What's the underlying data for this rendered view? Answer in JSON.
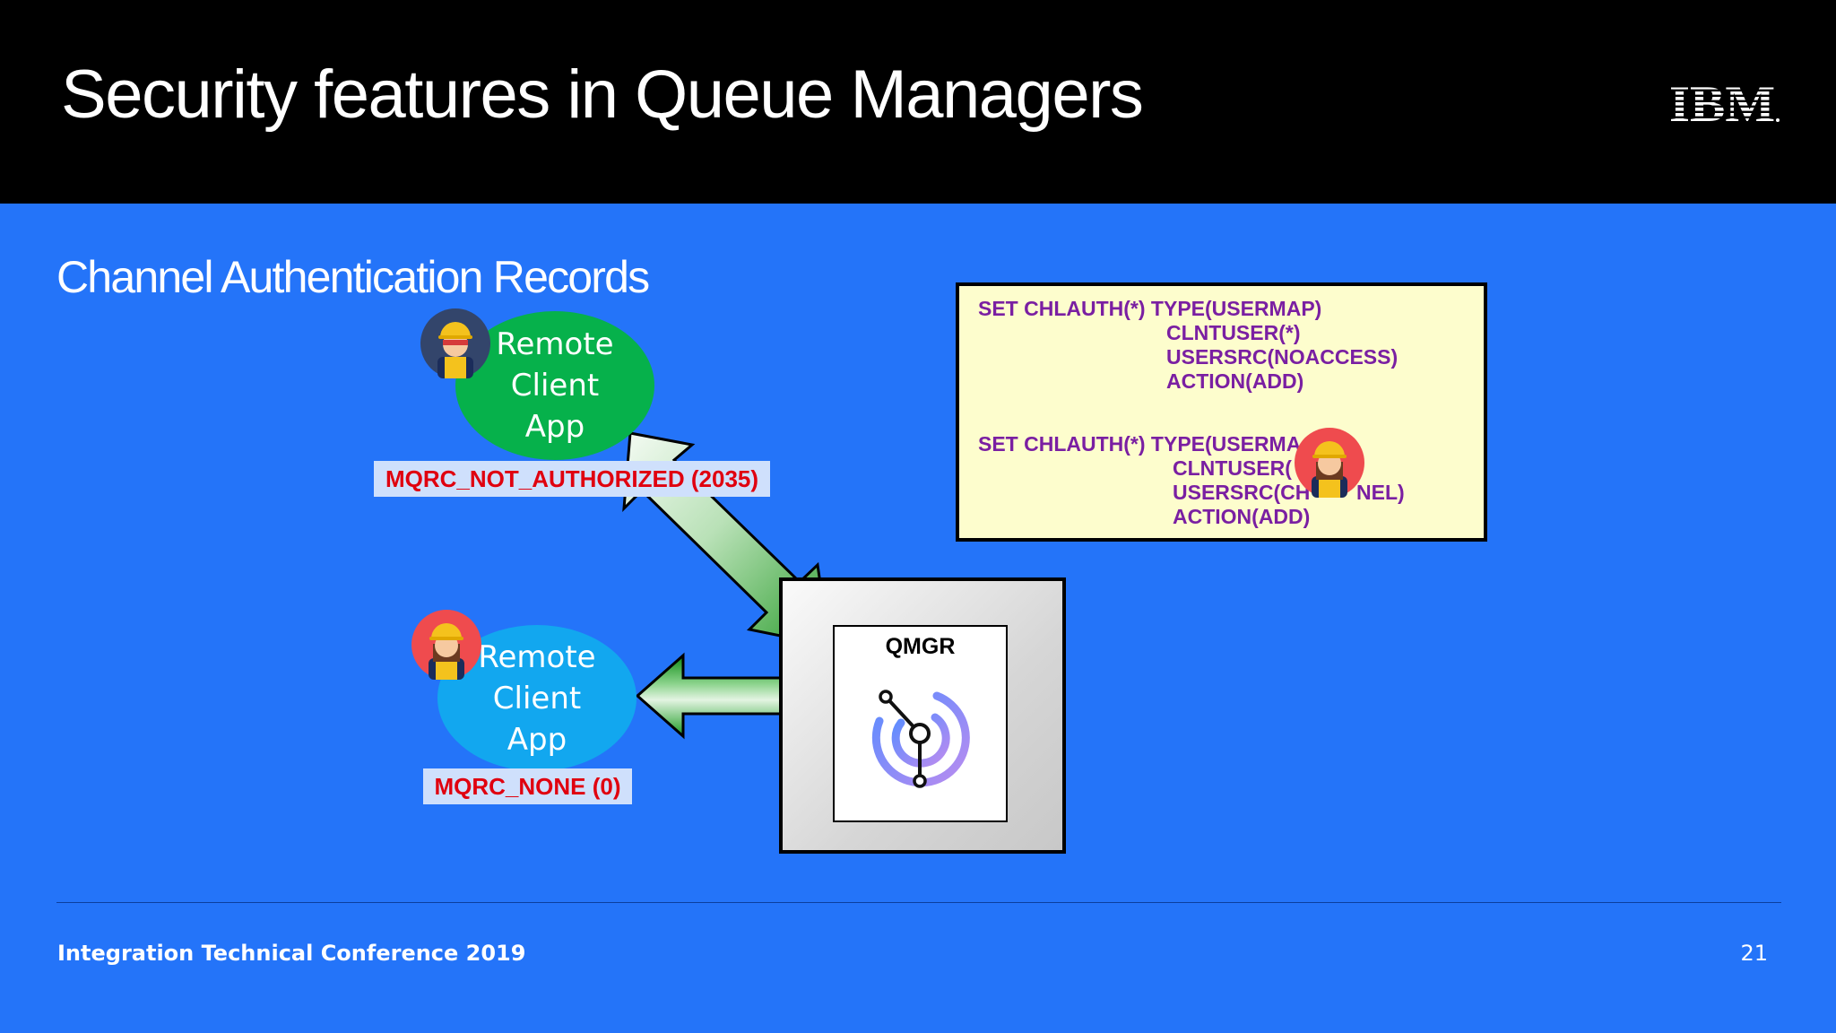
{
  "slide": {
    "title": "Security features in Queue Managers",
    "subtitle": "Channel Authentication Records",
    "logo_text": "IBM",
    "footer": "Integration Technical Conference 2019",
    "page_number": "21"
  },
  "diagram": {
    "client_top": {
      "lines": [
        "Remote",
        "Client",
        "App"
      ],
      "color": "#06b14b"
    },
    "client_bottom": {
      "lines": [
        "Remote",
        "Client",
        "App"
      ],
      "color": "#12a7ef"
    },
    "label_top": "MQRC_NOT_AUTHORIZED (2035)",
    "label_bottom": "MQRC_NONE (0)",
    "qmgr_label": "QMGR",
    "avatars": [
      {
        "name": "user-avatar-icon",
        "ring": "#33456b"
      },
      {
        "name": "user-avatar-icon",
        "ring": "#ef4b4e"
      },
      {
        "name": "user-avatar-icon",
        "ring": "#ef4b4e"
      }
    ]
  },
  "code_box": {
    "lines": [
      "SET CHLAUTH(*) TYPE(USERMAP)",
      "CLNTUSER(*)",
      "USERSRC(NOACCESS)",
      "ACTION(ADD)",
      "SET CHLAUTH(*) TYPE(USERMA",
      "CLNTUSER(",
      "USERSRC(CH",
      "ACTION(ADD)"
    ],
    "fragments": [
      ")",
      "NEL)"
    ]
  },
  "colors": {
    "background": "#2474f9",
    "header": "#000000",
    "error_text": "#e0000f",
    "code_text": "#7a1fa2",
    "code_background": "#fdfdcd"
  }
}
